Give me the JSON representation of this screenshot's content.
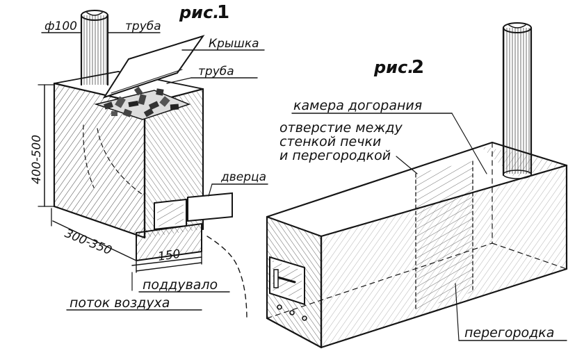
{
  "figure1": {
    "title": "рис.",
    "number": "1",
    "labels": {
      "diameter": "ф100",
      "pipe_top": "труба",
      "lid": "Крышка",
      "pipe_inner": "труба",
      "height": "400-500",
      "door": "дверца",
      "width": "300-350",
      "depth": "150",
      "ash_pit": "поддувало",
      "air_flow": "поток воздуха"
    }
  },
  "figure2": {
    "title": "рис.",
    "number": "2",
    "labels": {
      "afterburn": "камера догорания",
      "gap_line1": "отверстие между",
      "gap_line2": "стенкой печки",
      "gap_line3": "и перегородкой",
      "partition": "перегородка"
    }
  },
  "colors": {
    "ink": "#151515",
    "paper": "#ffffff"
  }
}
